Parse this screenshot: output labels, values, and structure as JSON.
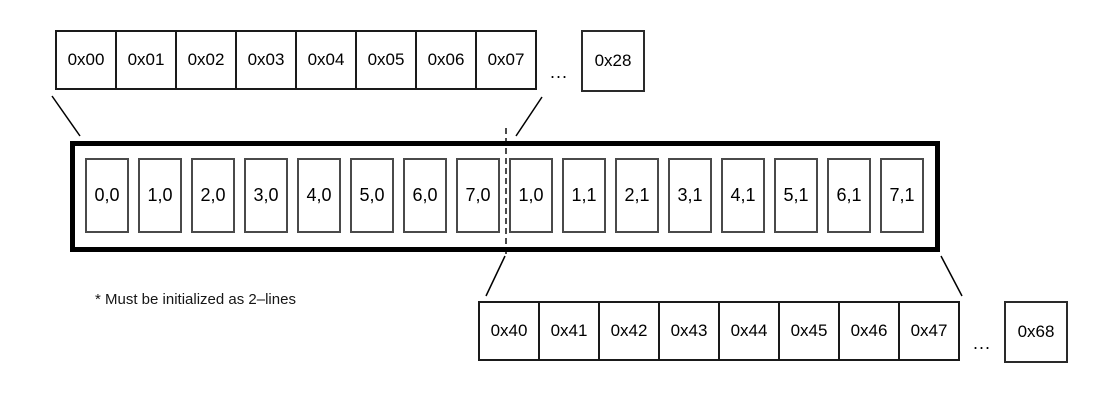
{
  "top_address_row": {
    "cells": [
      "0x00",
      "0x01",
      "0x02",
      "0x03",
      "0x04",
      "0x05",
      "0x06",
      "0x07"
    ],
    "ellipsis": "...",
    "last_cell": "0x28"
  },
  "cache_line": {
    "slots": [
      "0,0",
      "1,0",
      "2,0",
      "3,0",
      "4,0",
      "5,0",
      "6,0",
      "7,0",
      "1,0",
      "1,1",
      "2,1",
      "3,1",
      "4,1",
      "5,1",
      "6,1",
      "7,1"
    ]
  },
  "bottom_address_row": {
    "cells": [
      "0x40",
      "0x41",
      "0x42",
      "0x43",
      "0x44",
      "0x45",
      "0x46",
      "0x47"
    ],
    "ellipsis": "...",
    "last_cell": "0x68"
  },
  "note": "* Must be initialized as 2–lines",
  "colors": {
    "line": "#000000",
    "thick_border": "#000000",
    "cell_border": "#1a1a1a",
    "slot_border": "#4a4a4a",
    "background": "#ffffff"
  }
}
